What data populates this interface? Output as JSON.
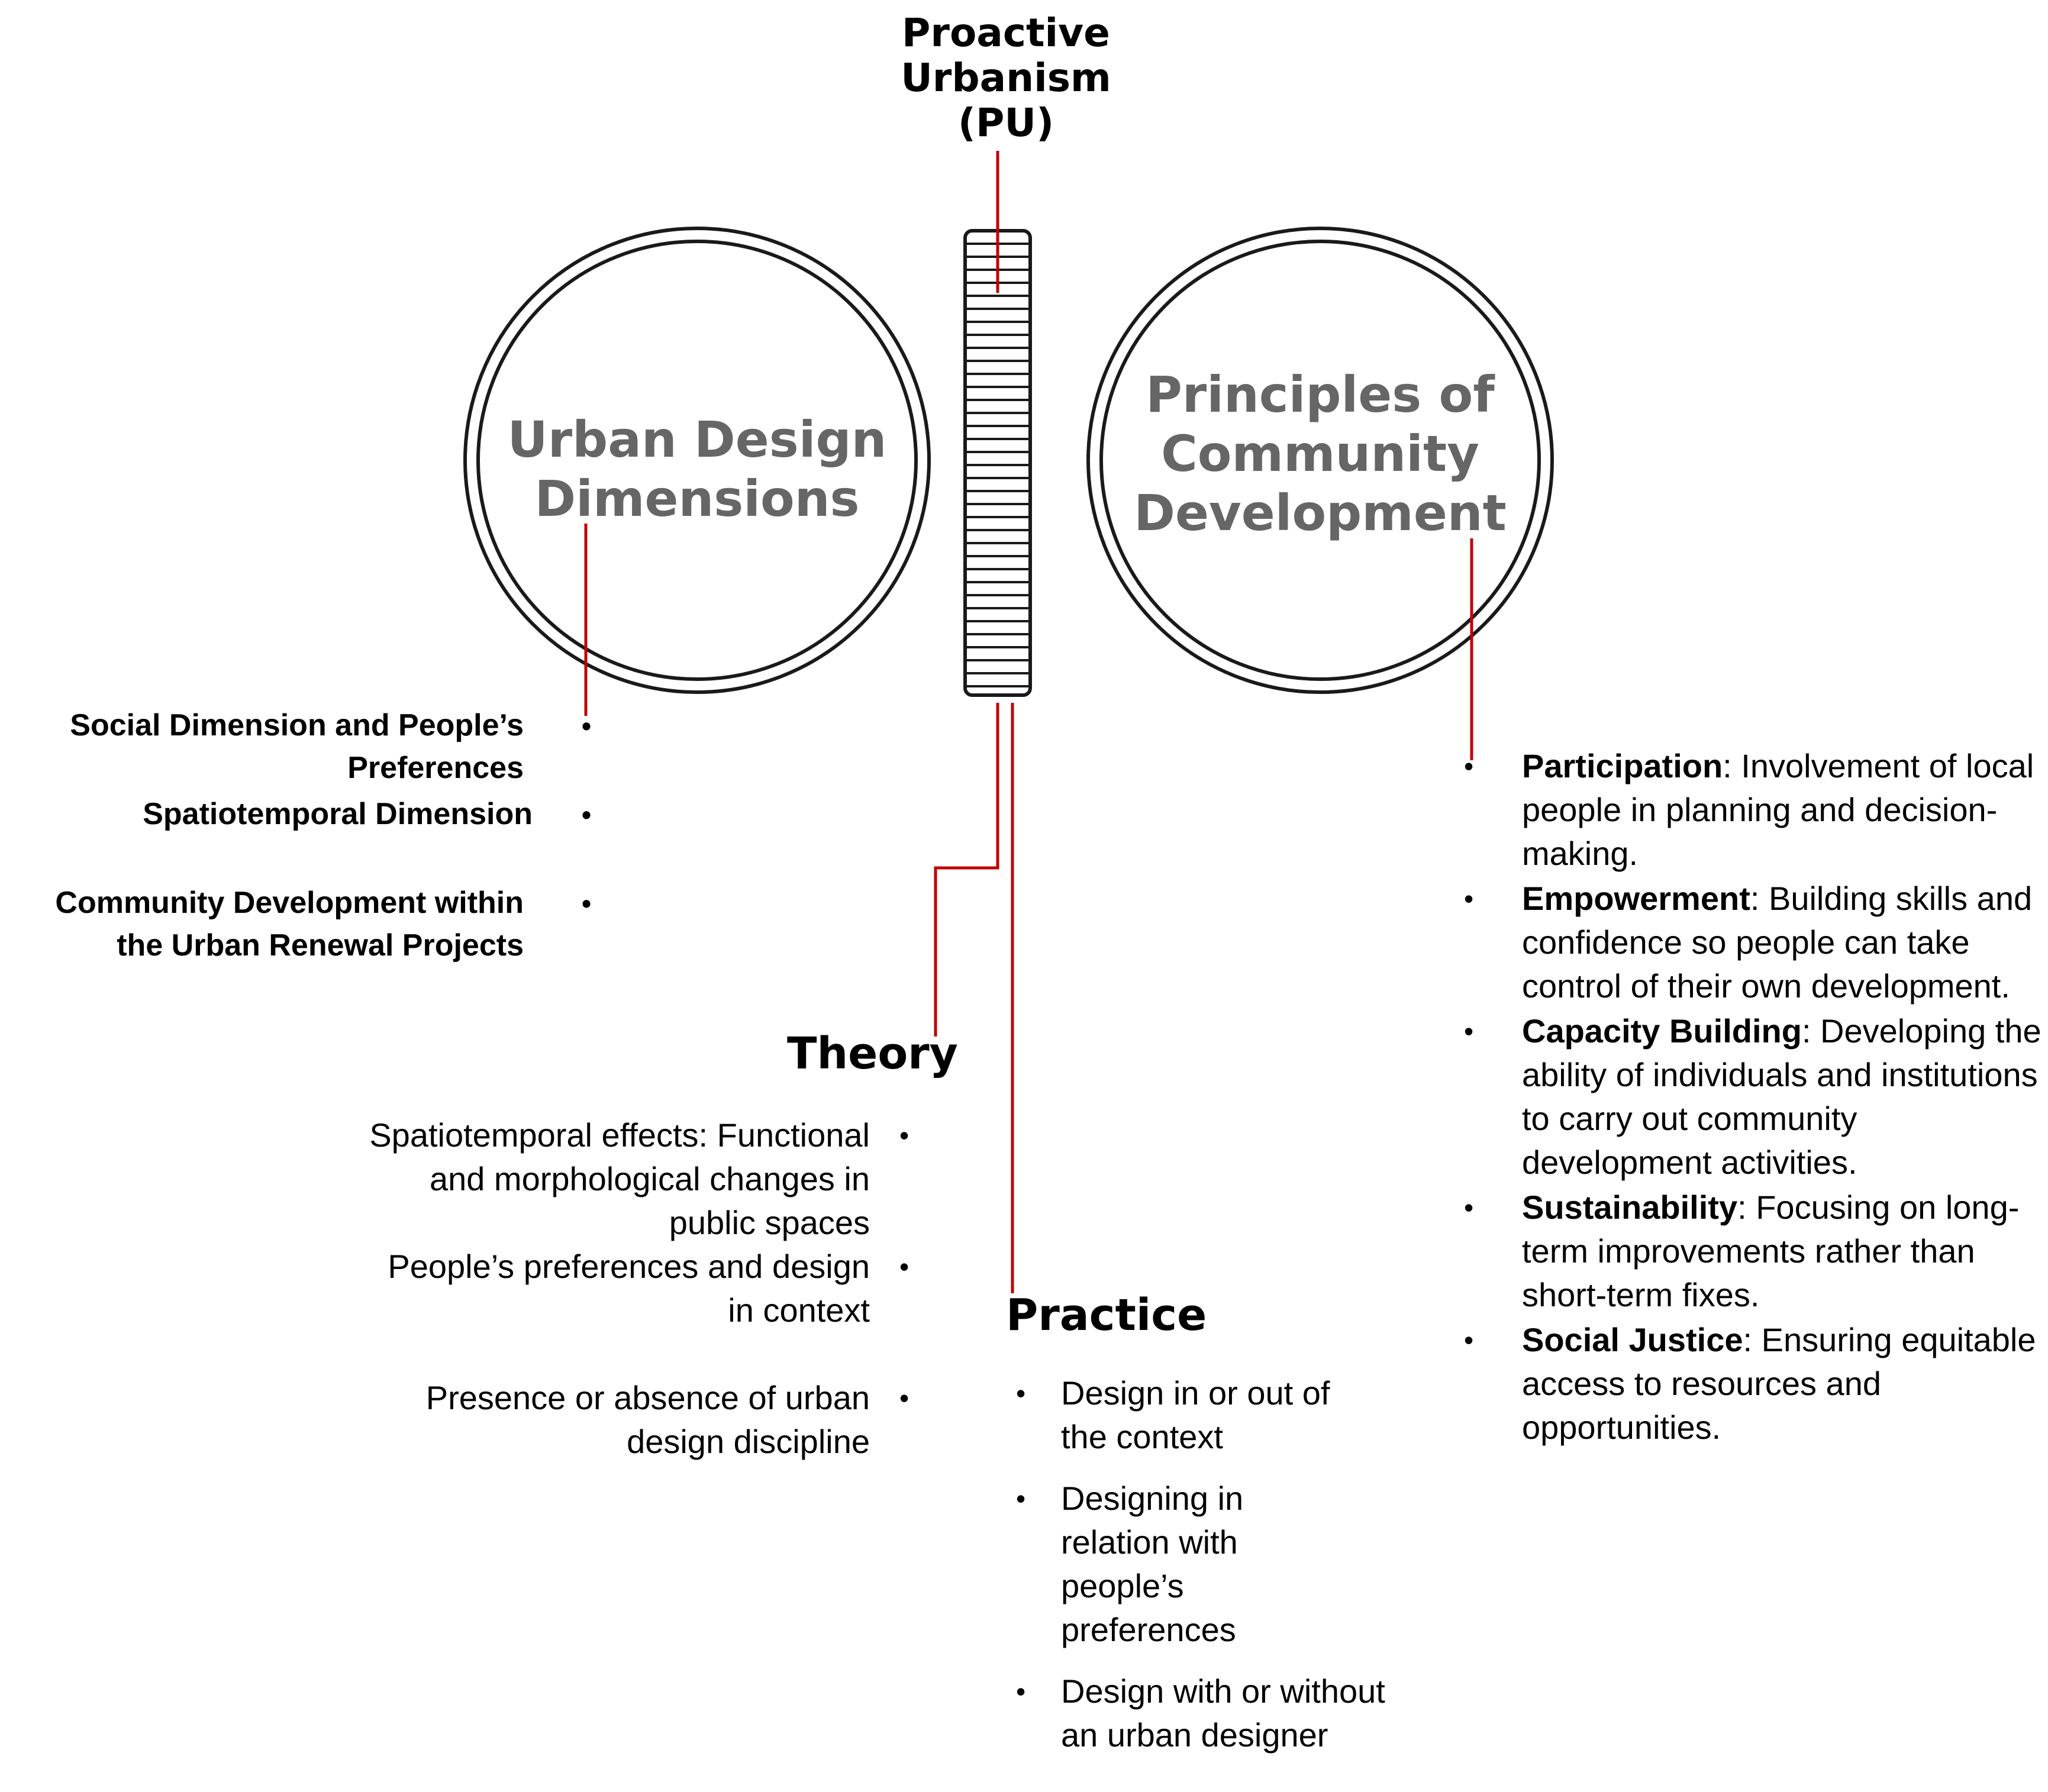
{
  "title": "Proactive Urbanism (PU)",
  "left_circle": {
    "label": "Urban Design Dimensions"
  },
  "right_circle": {
    "label": "Principles of Community Development"
  },
  "urban_design_items": [
    "Social Dimension and People’s Preferences",
    "Spatiotemporal Dimension",
    "Community Development within the Urban Renewal Projects"
  ],
  "theory": {
    "heading": "Theory",
    "items": [
      "Spatiotemporal effects: Functional and morphological changes in public spaces",
      "People’s preferences and design in context",
      "Presence or absence of urban design discipline"
    ]
  },
  "practice": {
    "heading": "Practice",
    "items": [
      "Design in or out of the context",
      "Designing in relation with people’s preferences",
      "Design with or without an urban designer"
    ]
  },
  "community_principles": [
    {
      "term": "Participation",
      "desc": ": Involvement of local people in planning and decision-making."
    },
    {
      "term": "Empowerment",
      "desc": ": Building skills and confidence so people can take control of their own development."
    },
    {
      "term": "Capacity Building",
      "desc": ": Developing the ability of individuals and institutions to carry out community development activities."
    },
    {
      "term": "Sustainability",
      "desc": ": Focusing on long-term improvements rather than short-term fixes."
    },
    {
      "term": "Social Justice",
      "desc": ": Ensuring equitable access to resources and opportunities."
    }
  ],
  "colors": {
    "connector": "#c00000",
    "circle_text": "#666666",
    "outline": "#1a1a1a"
  }
}
